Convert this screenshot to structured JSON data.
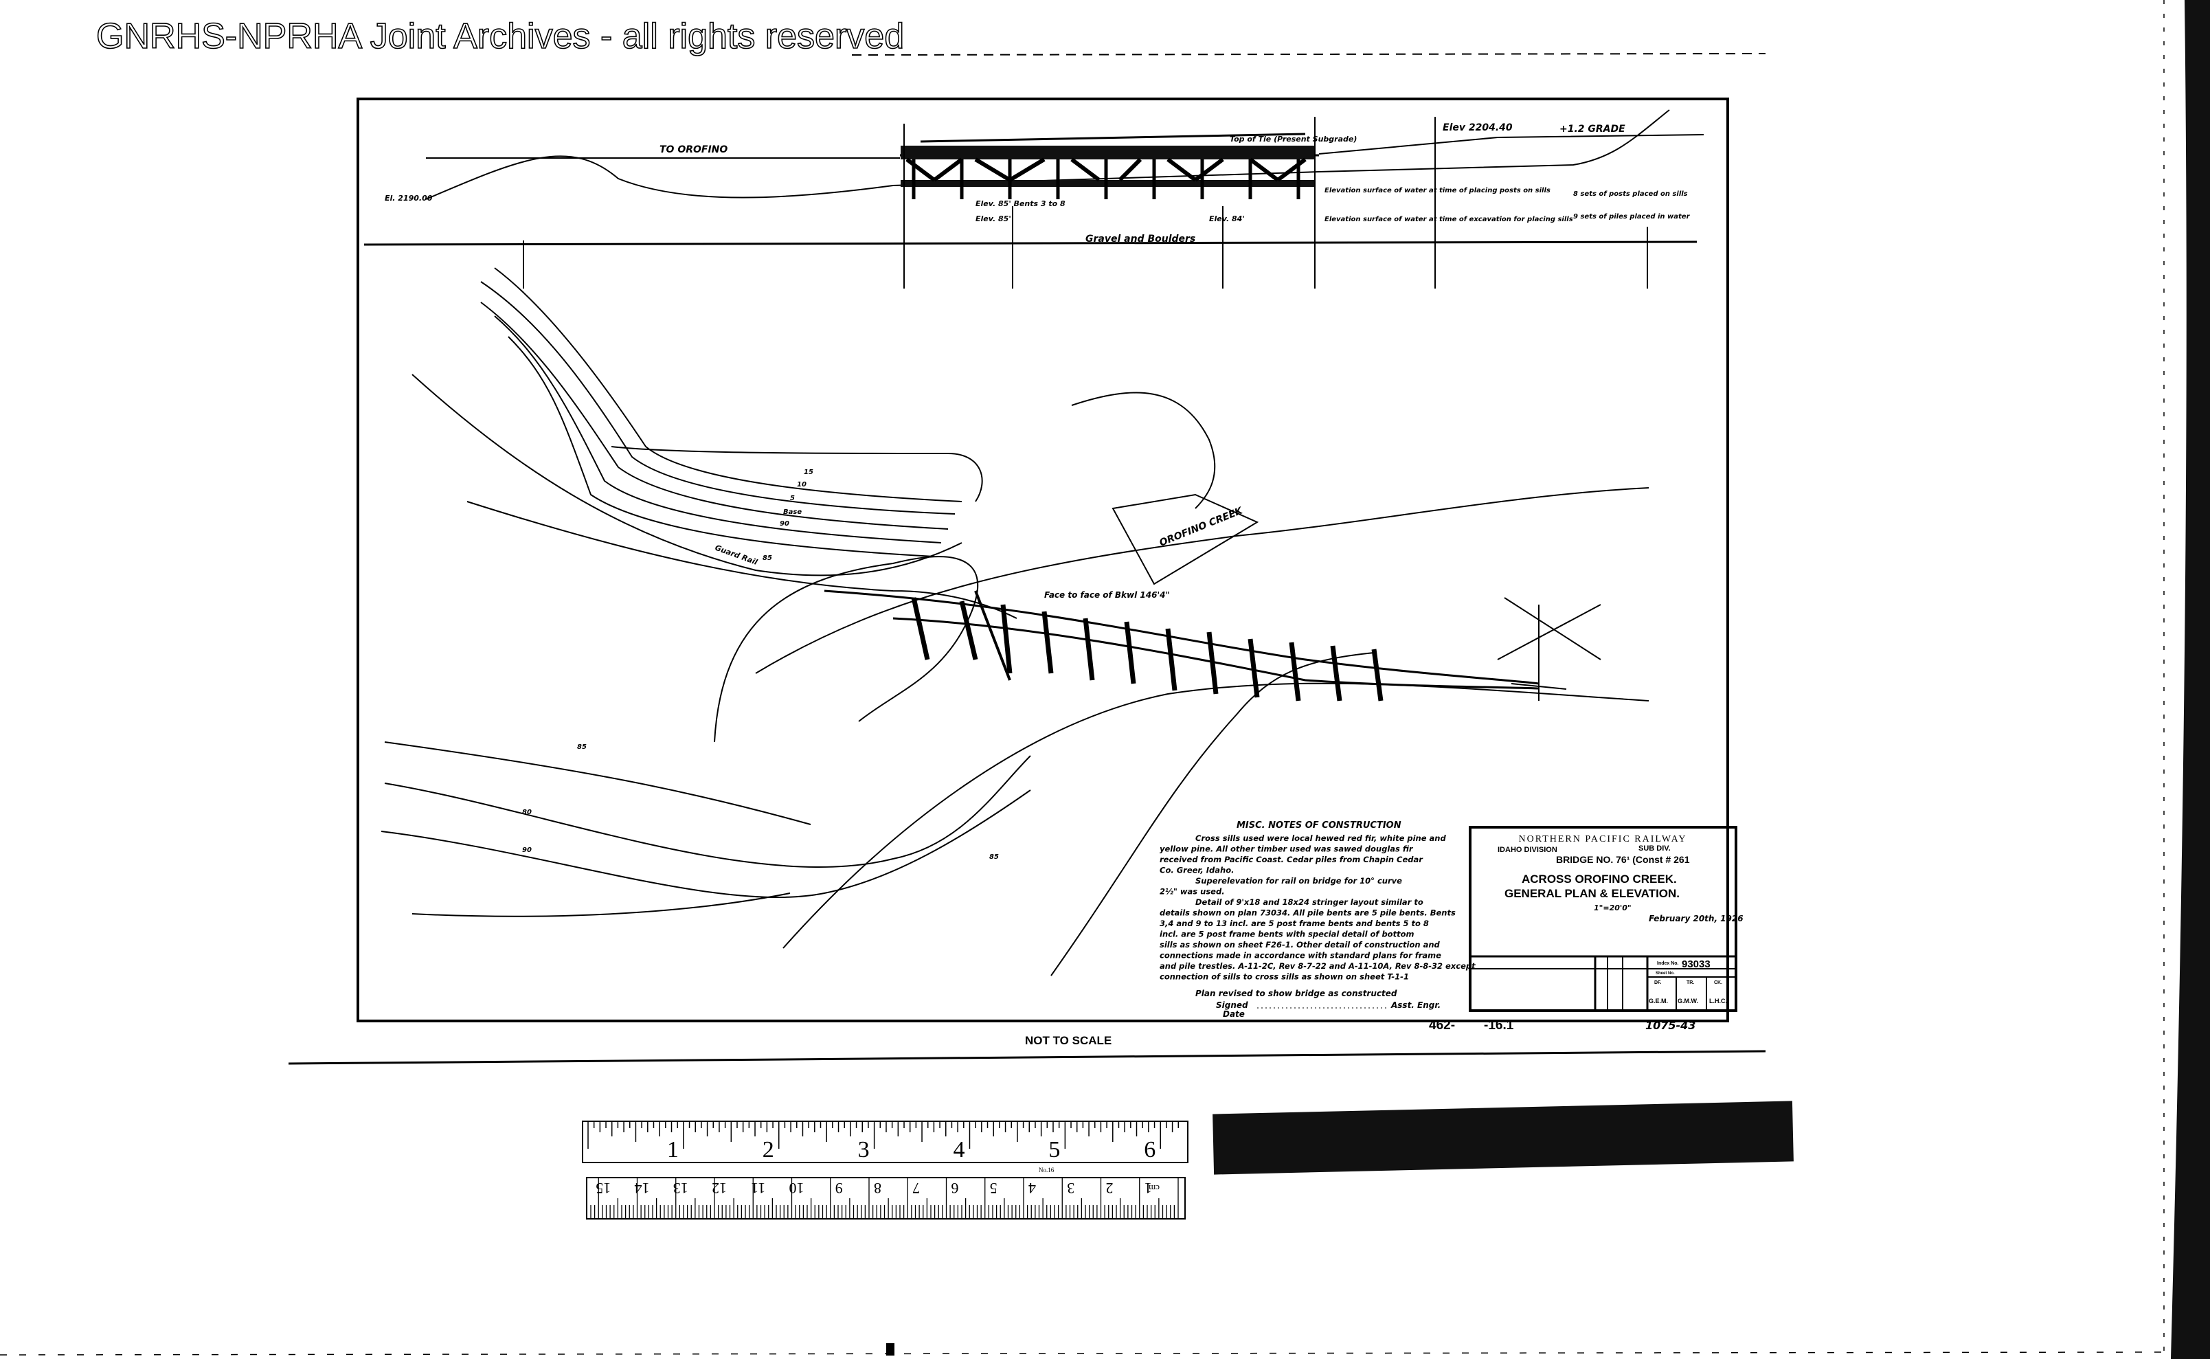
{
  "watermark": "GNRHS-NPRHA Joint Archives - all rights reserved",
  "elevation": {
    "to_label": "TO OROFINO",
    "elev_label": "Elev 2204.40",
    "grade_label": "+1.2 GRADE",
    "gravel_label": "Gravel and Boulders",
    "top_label": "Top of Tie (Present Subgrade)",
    "elev_85_a": "Elev. 85' Bents 3 to 8",
    "elev_85_b": "Elev. 85'",
    "elev_84": "Elev. 84'",
    "note_1": "Elevation surface of water at time of placing posts on sills",
    "note_2": "Elevation surface of water at time of excavation for placing sills",
    "note_3": "8 sets of posts placed on sills",
    "note_4": "9 sets of piles placed in water",
    "station_left": "El. 2190.00"
  },
  "plan": {
    "creek_label": "OROFINO CREEK",
    "face_label": "Face to face of Bkwl 146'4\"",
    "guard_label": "Guard Rail",
    "contours": [
      "15",
      "10",
      "5",
      "Base",
      "90",
      "85",
      "85",
      "80",
      "90",
      "85"
    ]
  },
  "notes": {
    "title": "MISC. NOTES OF CONSTRUCTION",
    "lines": [
      "Cross sills used were local hewed red fir, white pine and",
      "yellow pine. All other timber used was sawed douglas fir",
      "received from Pacific Coast. Cedar piles from Chapin Cedar",
      "Co. Greer, Idaho.",
      "Superelevation for rail on bridge for 10° curve",
      "2½\" was used.",
      "Detail of 9'x18 and 18x24 stringer layout similar to",
      "details shown on plan 73034. All pile bents are 5 pile bents. Bents",
      "3,4 and 9 to 13 incl. are 5 post frame bents and bents 5 to 8",
      "incl. are 5 post frame bents with special detail of bottom",
      "sills as shown on sheet F26-1. Other detail of construction and",
      "connections made in accordance with standard plans for frame",
      "and pile trestles. A-11-2C, Rev 8-7-22 and A-11-10A, Rev 8-8-32 except",
      "connection of sills to cross sills as shown on sheet T-1-1"
    ],
    "revised": "Plan revised to show bridge as constructed",
    "signed": "Signed",
    "date": "Date",
    "engr": "Asst. Engr."
  },
  "title_block": {
    "company": "NORTHERN PACIFIC RAILWAY",
    "division": "IDAHO   DIVISION",
    "subdiv": "SUB DIV.",
    "bridge": "BRIDGE  NO. 76¹  (Const # 261",
    "across": "ACROSS OROFINO CREEK.",
    "general": "GENERAL PLAN & ELEVATION.",
    "scale": "1\"=20'0\"",
    "date": "February 20th, 1926",
    "index_label": "Index No.",
    "index_no": "93033",
    "sheet_label": "Sheet No.",
    "df": "DF.",
    "tr": "TR.",
    "ck": "CK.",
    "df_val": "G.E.M.",
    "tr_val": "G.M.W.",
    "ck_val": "L.H.C."
  },
  "drawing_numbers": {
    "left": "462-",
    "middle": "-16.1",
    "right": "1075-43"
  },
  "not_to_scale": "NOT TO SCALE",
  "ruler": {
    "inch_labels": [
      "1",
      "2",
      "3",
      "4",
      "5",
      "6"
    ],
    "cm_labels": [
      "1",
      "2",
      "3",
      "4",
      "5",
      "6",
      "7",
      "8",
      "9",
      "10",
      "11",
      "12",
      "13",
      "14",
      "15"
    ],
    "cm_unit": "cm",
    "model": "No.16"
  }
}
